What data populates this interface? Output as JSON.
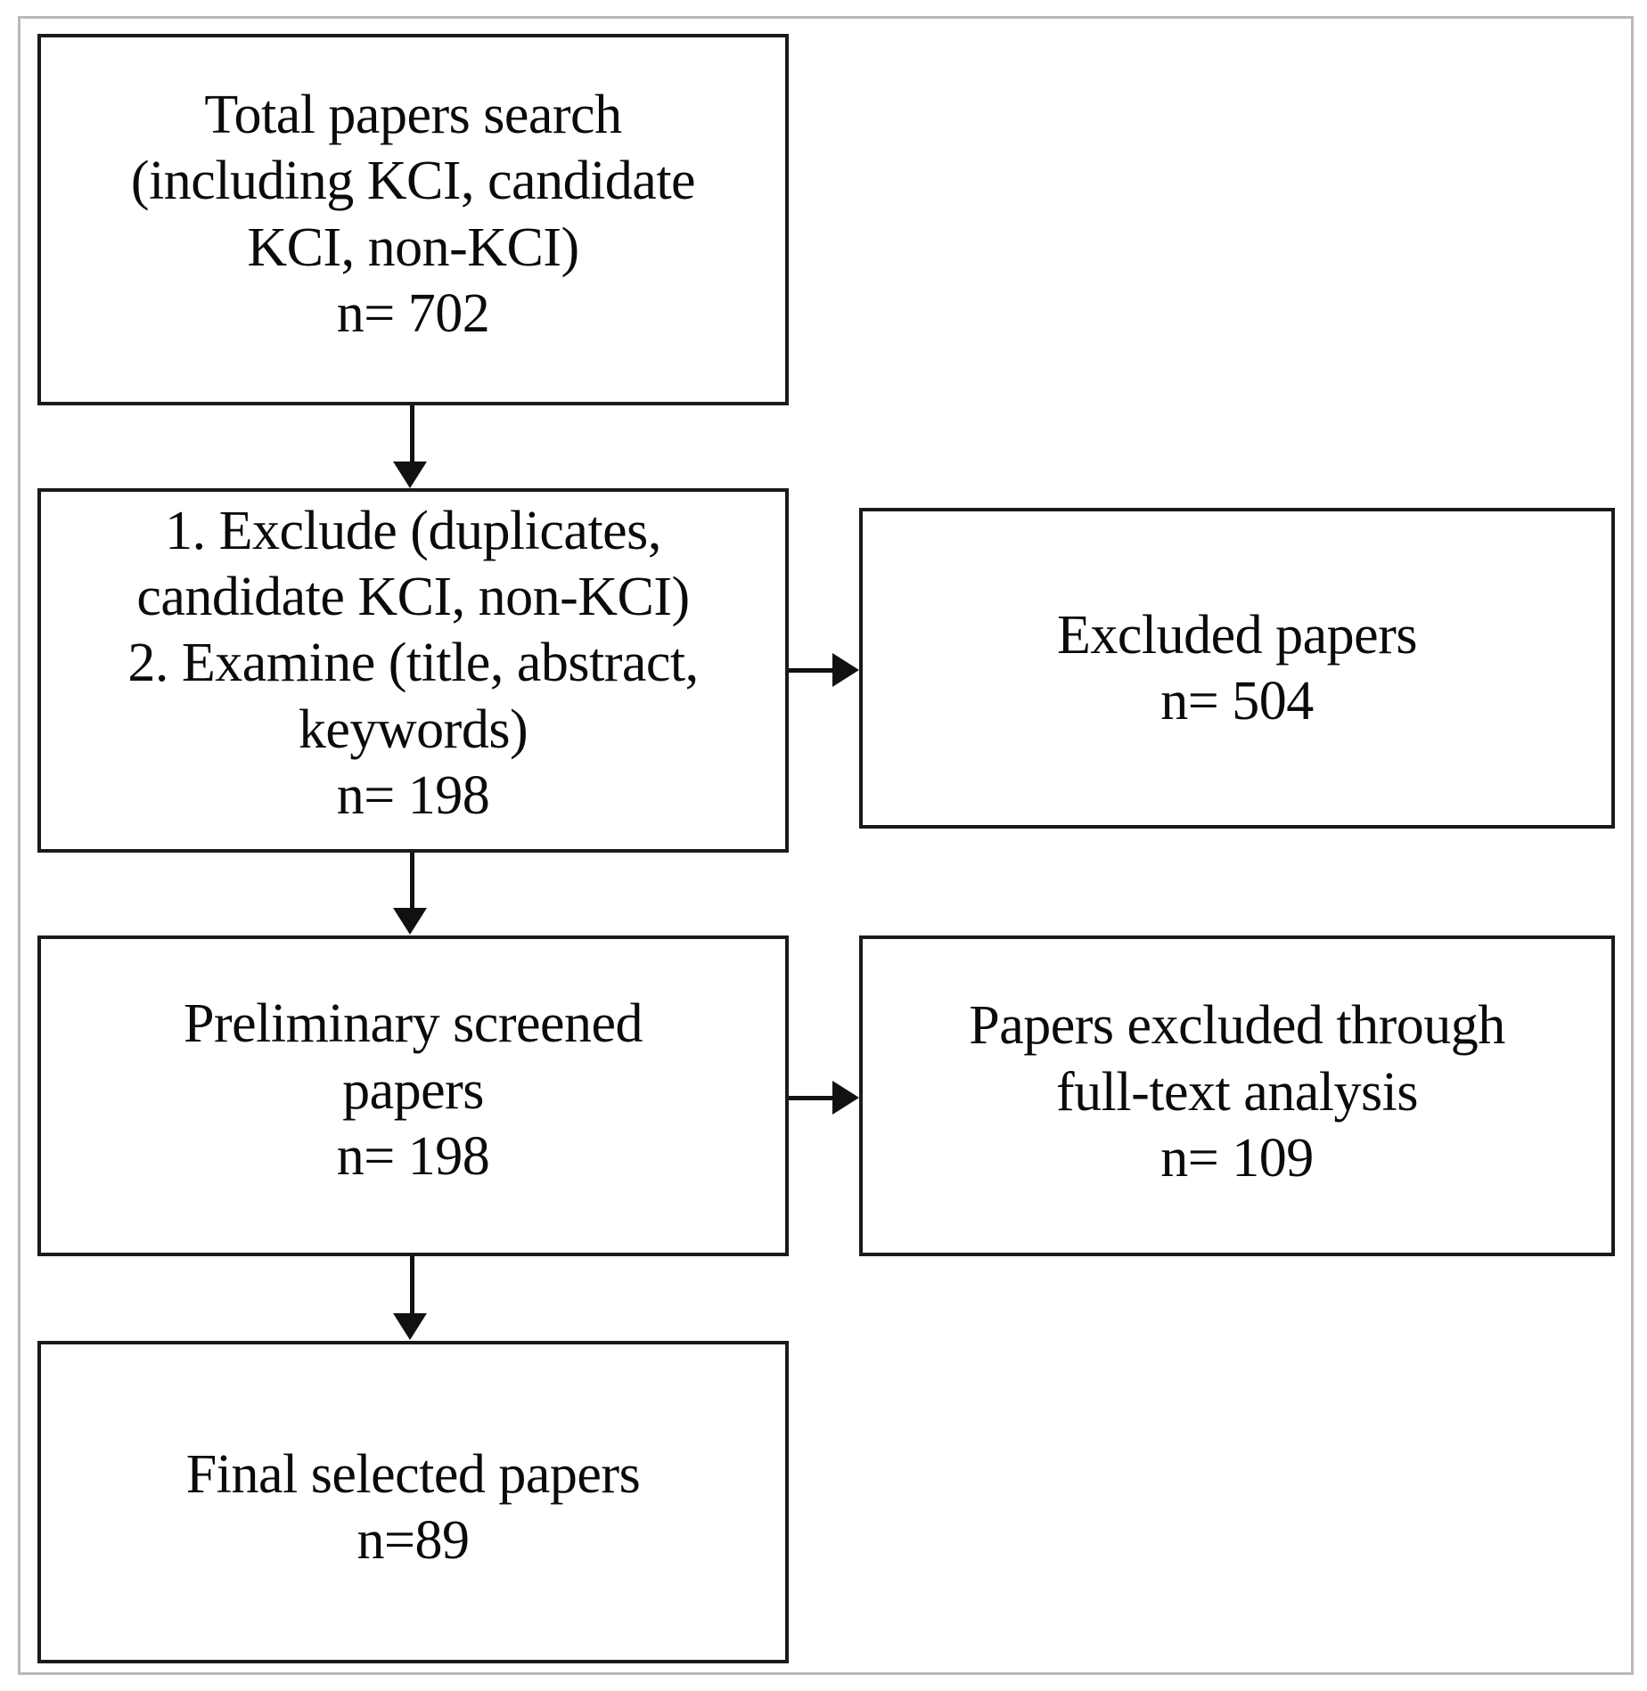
{
  "diagram": {
    "type": "flowchart",
    "orientation": "top-to-bottom",
    "colors": {
      "box_border": "#1a1a1a",
      "box_fill": "#ffffff",
      "connector": "#111111",
      "page_frame": "#b9b9b9",
      "text": "#0b0b0b"
    },
    "nodes": [
      {
        "id": "total-papers-search",
        "text": "Total papers search\n(including KCI, candidate\nKCI, non-KCI)\nn= 702",
        "label": "Total papers search (including KCI, candidate KCI, non-KCI)",
        "count": 702,
        "count_text": "n= 702",
        "column": "left",
        "row": 1
      },
      {
        "id": "exclude-examine-step",
        "text": "1. Exclude (duplicates,\ncandidate KCI, non-KCI)\n2. Examine (title, abstract,\nkeywords)\nn= 198",
        "label": "1. Exclude (duplicates, candidate KCI, non-KCI) 2. Examine (title, abstract, keywords)",
        "count": 198,
        "count_text": "n= 198",
        "column": "left",
        "row": 2
      },
      {
        "id": "excluded-papers",
        "text": "Excluded papers\nn= 504",
        "label": "Excluded papers",
        "count": 504,
        "count_text": "n= 504",
        "column": "right",
        "row": 2
      },
      {
        "id": "preliminary-screened-papers",
        "text": "Preliminary screened\npapers\nn= 198",
        "label": "Preliminary screened papers",
        "count": 198,
        "count_text": "n= 198",
        "column": "left",
        "row": 3
      },
      {
        "id": "papers-excluded-full-text",
        "text": "Papers excluded through\nfull-text analysis\nn= 109",
        "label": "Papers excluded through full-text analysis",
        "count": 109,
        "count_text": "n= 109",
        "column": "right",
        "row": 3
      },
      {
        "id": "final-selected-papers",
        "text": "Final selected papers\nn=89",
        "label": "Final selected papers",
        "count": 89,
        "count_text": "n=89",
        "column": "left",
        "row": 4
      }
    ],
    "connectors": [
      {
        "id": "total-to-exclude",
        "from": "total-papers-search",
        "to": "exclude-examine-step",
        "direction": "down"
      },
      {
        "id": "exclude-to-excluded",
        "from": "exclude-examine-step",
        "to": "excluded-papers",
        "direction": "right"
      },
      {
        "id": "exclude-to-preliminary",
        "from": "exclude-examine-step",
        "to": "preliminary-screened-papers",
        "direction": "down"
      },
      {
        "id": "preliminary-to-fulltext-excluded",
        "from": "preliminary-screened-papers",
        "to": "papers-excluded-full-text",
        "direction": "right"
      },
      {
        "id": "preliminary-to-final",
        "from": "preliminary-screened-papers",
        "to": "final-selected-papers",
        "direction": "down"
      }
    ]
  }
}
